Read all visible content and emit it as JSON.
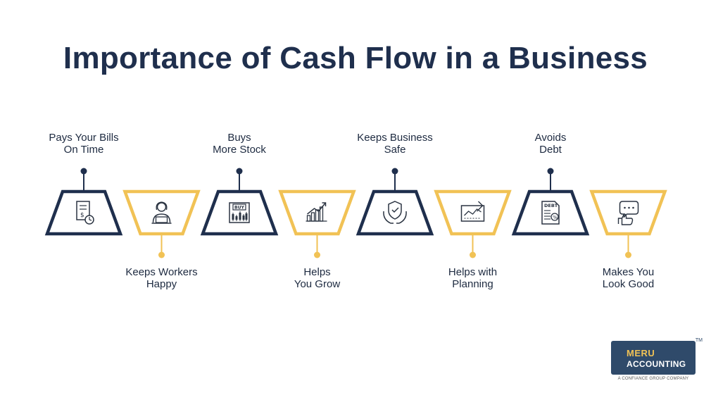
{
  "title": "Importance of Cash Flow in a Business",
  "steps": [
    {
      "label": [
        "Pays Your Bills",
        "On Time"
      ],
      "icon": "bill-clock-icon",
      "position": "top"
    },
    {
      "label": [
        "Keeps Workers",
        "Happy"
      ],
      "icon": "worker-laptop-icon",
      "position": "bottom"
    },
    {
      "label": [
        "Buys",
        "More Stock"
      ],
      "icon": "buy-stock-chart-icon",
      "position": "top"
    },
    {
      "label": [
        "Helps",
        "You Grow"
      ],
      "icon": "growth-chart-icon",
      "position": "bottom"
    },
    {
      "label": [
        "Keeps Business",
        "Safe"
      ],
      "icon": "shield-hands-icon",
      "position": "top"
    },
    {
      "label": [
        "Helps with",
        "Planning"
      ],
      "icon": "planning-board-icon",
      "position": "bottom"
    },
    {
      "label": [
        "Avoids",
        "Debt"
      ],
      "icon": "debt-document-icon",
      "position": "top"
    },
    {
      "label": [
        "Makes You",
        "Look Good"
      ],
      "icon": "speech-thumbs-up-icon",
      "position": "bottom"
    }
  ],
  "logo": {
    "line1": "MERU",
    "line2": "ACCOUNTING",
    "tm": "TM",
    "tagline": "A CONFIANCE GROUP COMPANY"
  },
  "colors": {
    "navy": "#1f2f4d",
    "gold": "#f1c255",
    "text": "#1d2a40"
  }
}
